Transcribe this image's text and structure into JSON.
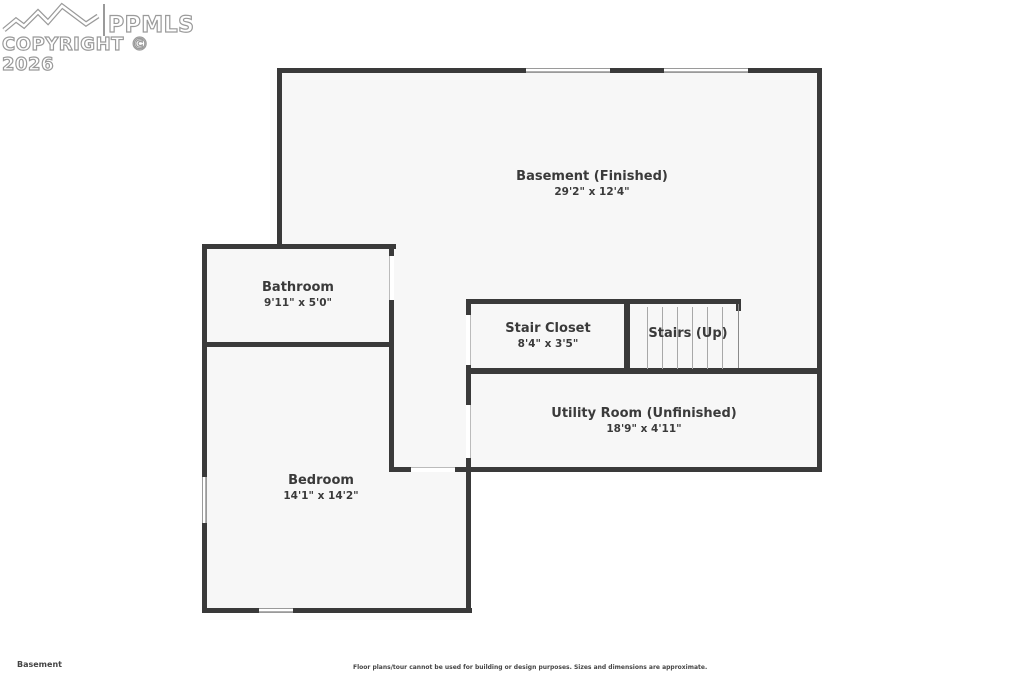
{
  "watermark": {
    "brand": "PPMLS",
    "copyright": "COPYRIGHT © 2026",
    "icon": "mountains-icon"
  },
  "floor": {
    "level_label": "Basement",
    "disclaimer": "Floor plans/tour cannot be used for building or design purposes. Sizes and dimensions are approximate."
  },
  "rooms": [
    {
      "id": "basement",
      "name": "Basement (Finished)",
      "dimensions": "29'2\" x 12'4\""
    },
    {
      "id": "bathroom",
      "name": "Bathroom",
      "dimensions": "9'11\" x 5'0\""
    },
    {
      "id": "stair_closet",
      "name": "Stair Closet",
      "dimensions": "8'4\" x 3'5\""
    },
    {
      "id": "stairs",
      "name": "Stairs (Up)",
      "dimensions": ""
    },
    {
      "id": "utility",
      "name": "Utility Room (Unfinished)",
      "dimensions": "18'9\" x 4'11\""
    },
    {
      "id": "bedroom",
      "name": "Bedroom",
      "dimensions": "14'1\" x 14'2\""
    }
  ],
  "colors": {
    "wall": "#3a3a3a",
    "floor": "#f7f7f7",
    "background": "#ffffff",
    "text": "#3a3a3a"
  }
}
